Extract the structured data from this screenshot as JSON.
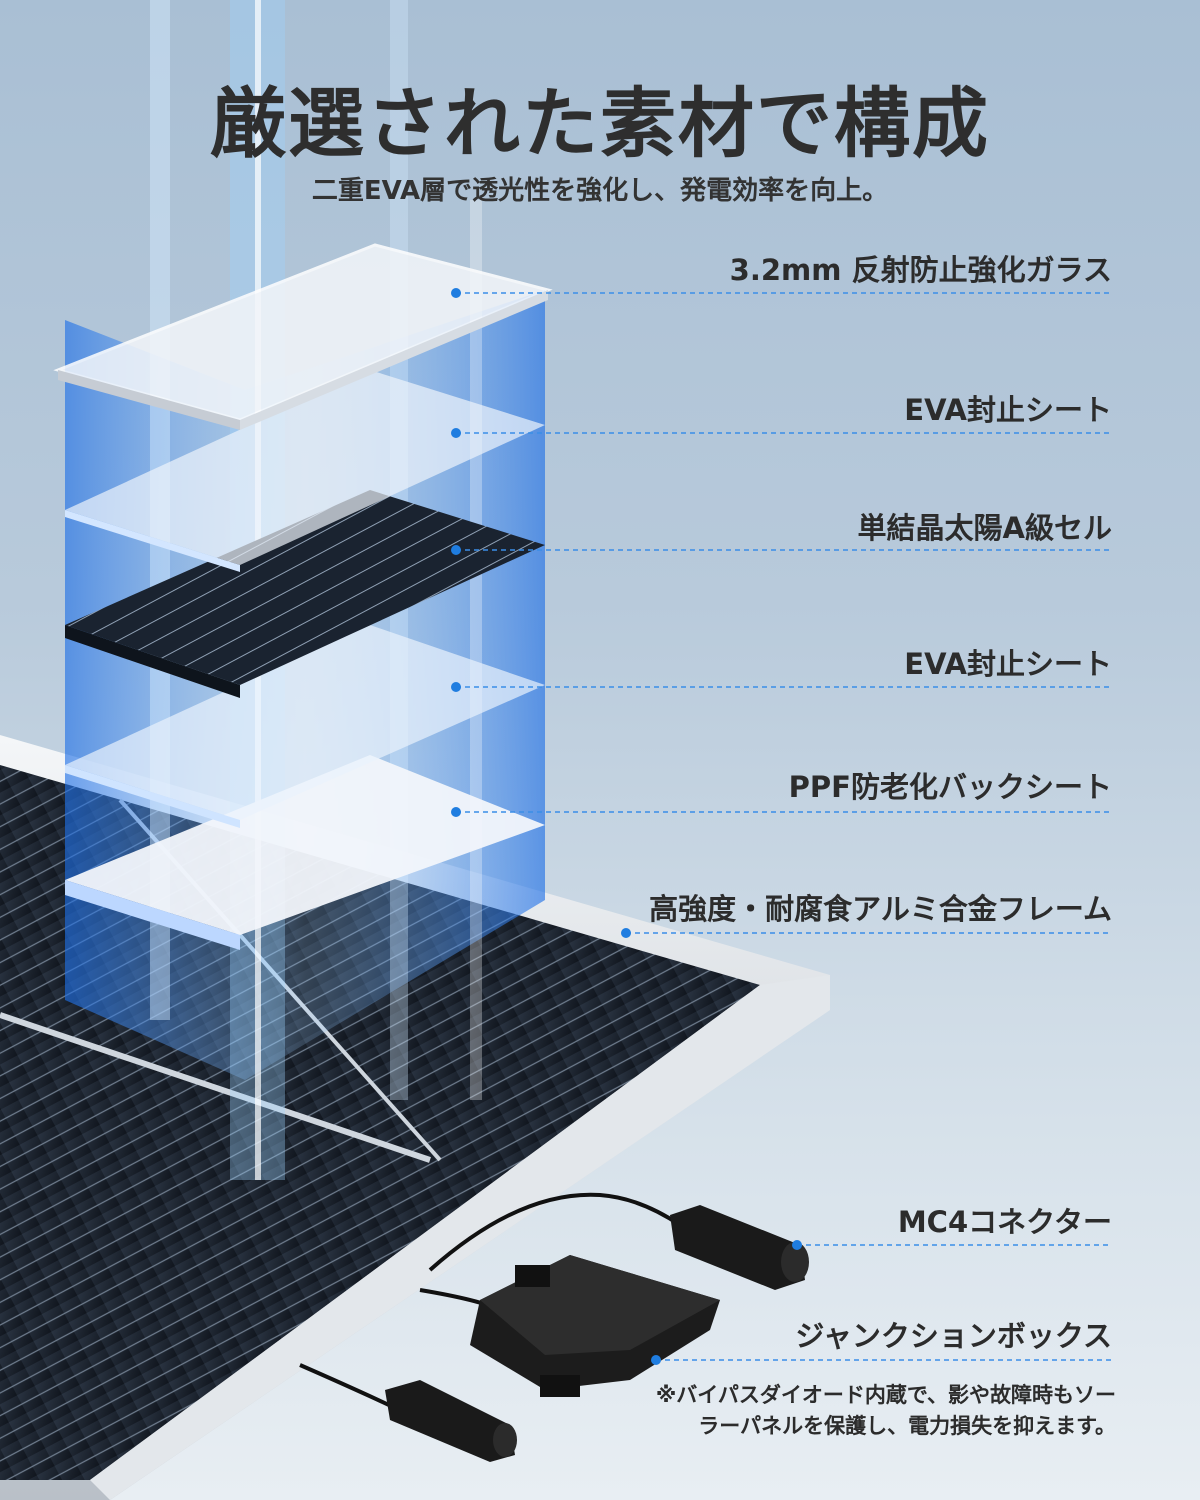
{
  "title": "厳選された素材で構成",
  "subtitle": "二重EVA層で透光性を強化し、発電効率を向上。",
  "layers": [
    {
      "label": "3.2mm 反射防止強化ガラス"
    },
    {
      "label": "EVA封止シート"
    },
    {
      "label": "単結晶太陽A級セル"
    },
    {
      "label": "EVA封止シート"
    },
    {
      "label": "PPF防老化バックシート"
    },
    {
      "label": "高強度・耐腐食アルミ合金フレーム"
    }
  ],
  "components": {
    "mc4": "MC4コネクター",
    "junction_box": "ジャンクションボックス",
    "junction_note": "※バイパスダイオード内蔵で、影や故障時もソーラーパネルを保護し、電力損失を抑えます。"
  },
  "colors": {
    "accent": "#1f7de0",
    "leader_line": "#3a8ee8",
    "cell": "#1c2430",
    "frame": "#d9dde2"
  },
  "icons": [
    "light-beam",
    "dot-marker"
  ]
}
